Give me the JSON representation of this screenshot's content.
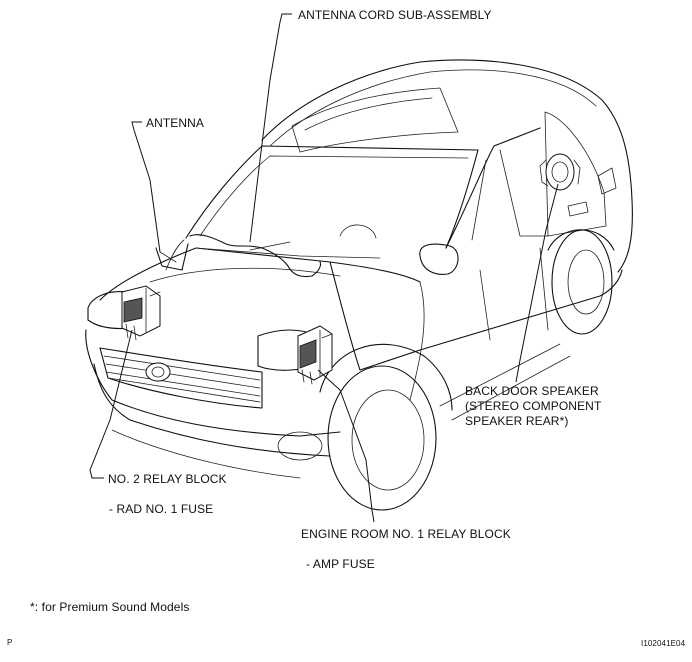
{
  "labels": {
    "antenna_cord": "ANTENNA CORD SUB-ASSEMBLY",
    "antenna": "ANTENNA",
    "back_door_speaker_1": "BACK DOOR SPEAKER",
    "back_door_speaker_2": "(STEREO COMPONENT",
    "back_door_speaker_3": "SPEAKER REAR*)",
    "relay_block_2": "NO. 2 RELAY BLOCK",
    "rad_fuse": "- RAD NO. 1 FUSE",
    "engine_relay_block": "ENGINE ROOM NO. 1 RELAY BLOCK",
    "amp_fuse": "- AMP FUSE"
  },
  "footnote": "*: for Premium Sound Models",
  "corner_left": "P",
  "figure_id": "I102041E04"
}
